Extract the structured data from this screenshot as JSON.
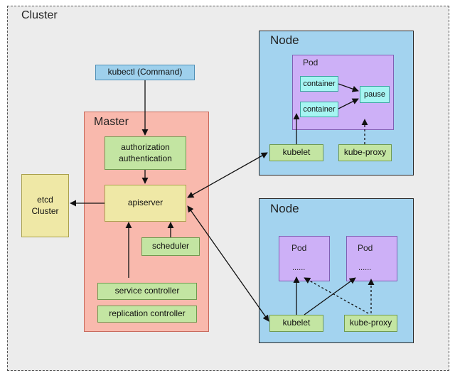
{
  "cluster": {
    "label": "Cluster"
  },
  "kubectl": {
    "label": "kubectl (Command)"
  },
  "master": {
    "label": "Master",
    "auth": {
      "line1": "authorization",
      "line2": "authentication"
    },
    "apiserver": "apiserver",
    "scheduler": "scheduler",
    "service_controller": "service controller",
    "replication_controller": "replication controller"
  },
  "etcd": {
    "line1": "etcd",
    "line2": "Cluster"
  },
  "node1": {
    "label": "Node",
    "pod": {
      "label": "Pod",
      "container_a": "container",
      "container_b": "container",
      "pause": "pause"
    },
    "kubelet": "kubelet",
    "kube_proxy": "kube-proxy"
  },
  "node2": {
    "label": "Node",
    "pod_a": {
      "label": "Pod",
      "content": "......"
    },
    "pod_b": {
      "label": "Pod",
      "content": "......"
    },
    "kubelet": "kubelet",
    "kube_proxy": "kube-proxy"
  },
  "colors": {
    "cluster_bg": "#ececec",
    "master": "#f9b9ad",
    "node": "#a3d3ef",
    "pod": "#cdb0f7",
    "component": "#c3e5a2",
    "apiserver": "#efe8a6",
    "container": "#a6f5f2",
    "kubectl": "#9ed0ec"
  }
}
